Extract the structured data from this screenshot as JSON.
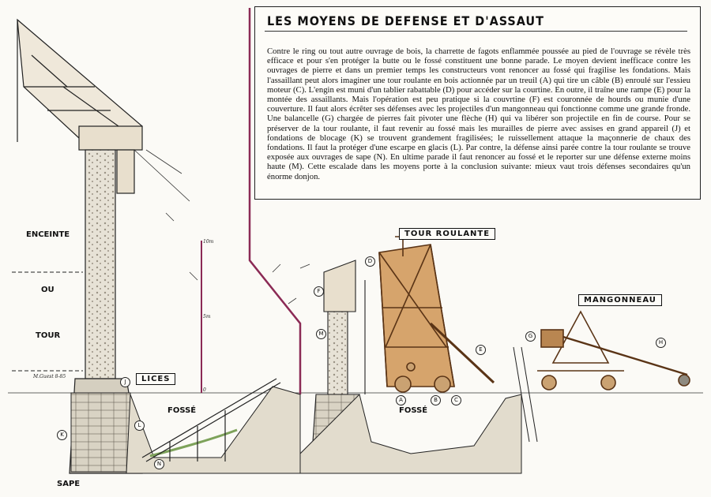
{
  "title": "LES MOYENS DE DEFENSE ET D'ASSAUT",
  "body": "Contre le ring ou tout autre ouvrage de bois, la charrette de fagots enflammée poussée au pied de l'ouvrage se révèle très efficace et pour s'en protéger la butte ou le fossé constituent une bonne parade. Le moyen devient inefficace contre les ouvrages de pierre et dans un premier temps les constructeurs vont renoncer au fossé qui fragilise les fondations. Mais l'assaillant peut alors imaginer une tour roulante en bois actionnée par un treuil (A) qui tire un câble (B) enroulé sur l'essieu moteur (C). L'engin est muni d'un tablier rabattable (D) pour accéder sur la courtine. En outre, il traîne une rampe (E) pour la montée des assaillants. Mais l'opération est peu pratique si la couvrtine (F) est couronnée de hourds ou munie d'une couverture. Il faut alors écrêter ses défenses avec les projectiles d'un mangonneau qui fonctionne comme une grande fronde. Une balancelle (G) chargée de pierres fait pivoter une flèche (H) qui va libérer son projectile en fin de course. Pour se préserver de la tour roulante, il faut revenir au fossé mais les murailles de pierre avec assises en grand appareil (J) et fondations de blocage (K) se trouvent grandement fragilisées; le ruissellement attaque la maçonnerie de chaux des fondations. Il faut la protéger d'une escarpe en glacis (L). Par contre, la défense ainsi parée contre la tour roulante se trouve exposée aux ouvrages de sape (N). En ultime parade il faut renoncer au fossé et le reporter sur une défense externe moins haute (M). Cette escalade dans les moyens porte à la conclusion suivante: mieux vaut trois défenses secondaires qu'un énorme donjon.",
  "labels": {
    "enceinte": "ENCEINTE",
    "ou": "OU",
    "tour": "TOUR",
    "lices": "LICES",
    "fosse_left": "FOSSÉ",
    "sape": "SAPE",
    "tour_roulante": "TOUR ROULANTE",
    "fosse_right": "FOSSÉ",
    "mangonneau": "MANGONNEAU"
  },
  "signature": "M.Guest 8-85",
  "scale": {
    "top": "10m",
    "mid": "5m",
    "bottom": "0"
  },
  "letters": {
    "J": "J",
    "K": "K",
    "L": "L",
    "N": "N",
    "F": "F",
    "M": "M",
    "D": "D",
    "E": "E",
    "A": "A",
    "B": "B",
    "C": "C",
    "G": "G",
    "H": "H"
  },
  "colors": {
    "divider": "#8b2a55",
    "wood": "#a0622e",
    "stone": "#c9c2b2",
    "ground": "#7da25a"
  }
}
